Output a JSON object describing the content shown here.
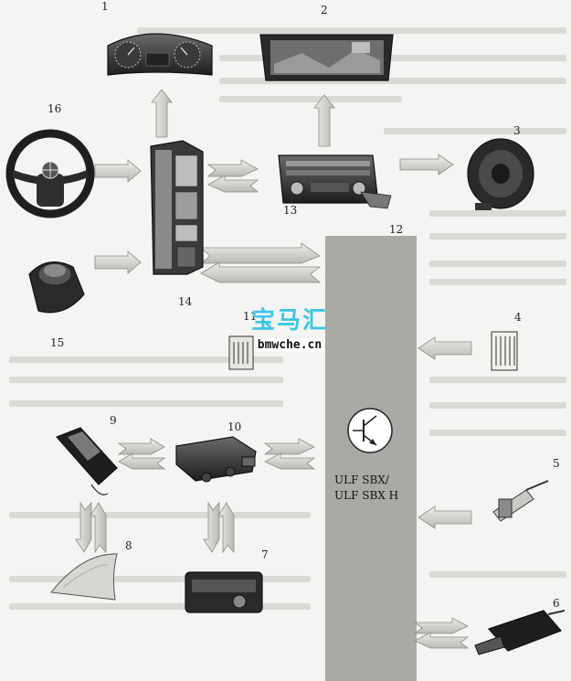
{
  "labels": {
    "n1": "1",
    "n2": "2",
    "n3": "3",
    "n4": "4",
    "n5": "5",
    "n6": "6",
    "n7": "7",
    "n8": "8",
    "n9": "9",
    "n10": "10",
    "n11": "11",
    "n12": "12",
    "n13": "13",
    "n14": "14",
    "n15": "15",
    "n16": "16"
  },
  "module_label_line1": "ULF SBX/",
  "module_label_line2": "ULF SBX H",
  "watermark": {
    "brand": "宝马汇",
    "site": "bmwche.cn"
  },
  "colors": {
    "module_column": "#a9a9a6",
    "arrow_fill": "#cfcfcb",
    "watermark_blue": "#3fc6e6"
  }
}
